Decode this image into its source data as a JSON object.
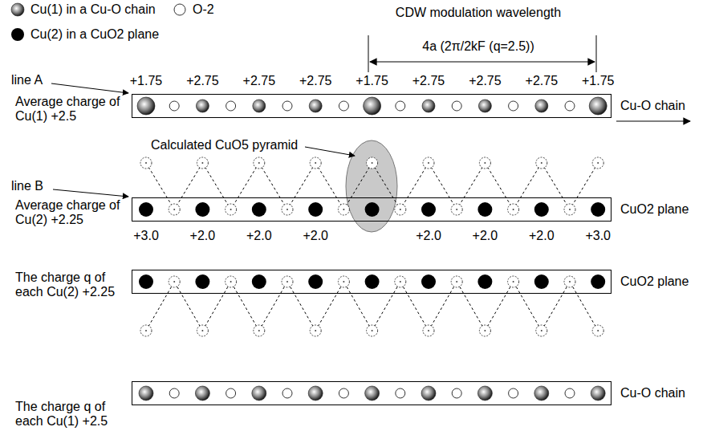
{
  "diagram": {
    "nodes": [
      {
        "text": [
          "Average charge of Cu(1) +2.5",
          "Cu-O chain"
        ]
      },
      {
        "text": [
          "Average charge of Cu(2) +2.25",
          "CuO2 plane"
        ]
      },
      {
        "text": [
          "The charge q of each Cu(2) +2.25",
          "CuO2 plane"
        ]
      },
      {
        "text": [
          "The charge q of each Cu(1) +2.5",
          "Cu-O chain"
        ]
      }
    ],
    "labels": [
      "CDW modulation wavelength",
      "4a (2π/2kF (q=2.5))",
      "line A",
      "+1.75",
      "+2.75",
      "+2.75",
      "+2.75",
      "+1.75",
      "+2.75",
      "+2.75",
      "+2.75",
      "+1.75",
      "Calculated CuO5 pyramid",
      "line B",
      "+3.0",
      "+2.0",
      "+2.0",
      "+2.0",
      "+2.0",
      "+2.0",
      "+2.0",
      "+3.0"
    ],
    "legend": [
      {
        "text": "Cu(1) in a Cu-O chain"
      },
      {
        "text": "O-2"
      },
      {
        "text": "Cu(2) in a CuO2 plane",
        "color": "#000000"
      }
    ]
  }
}
